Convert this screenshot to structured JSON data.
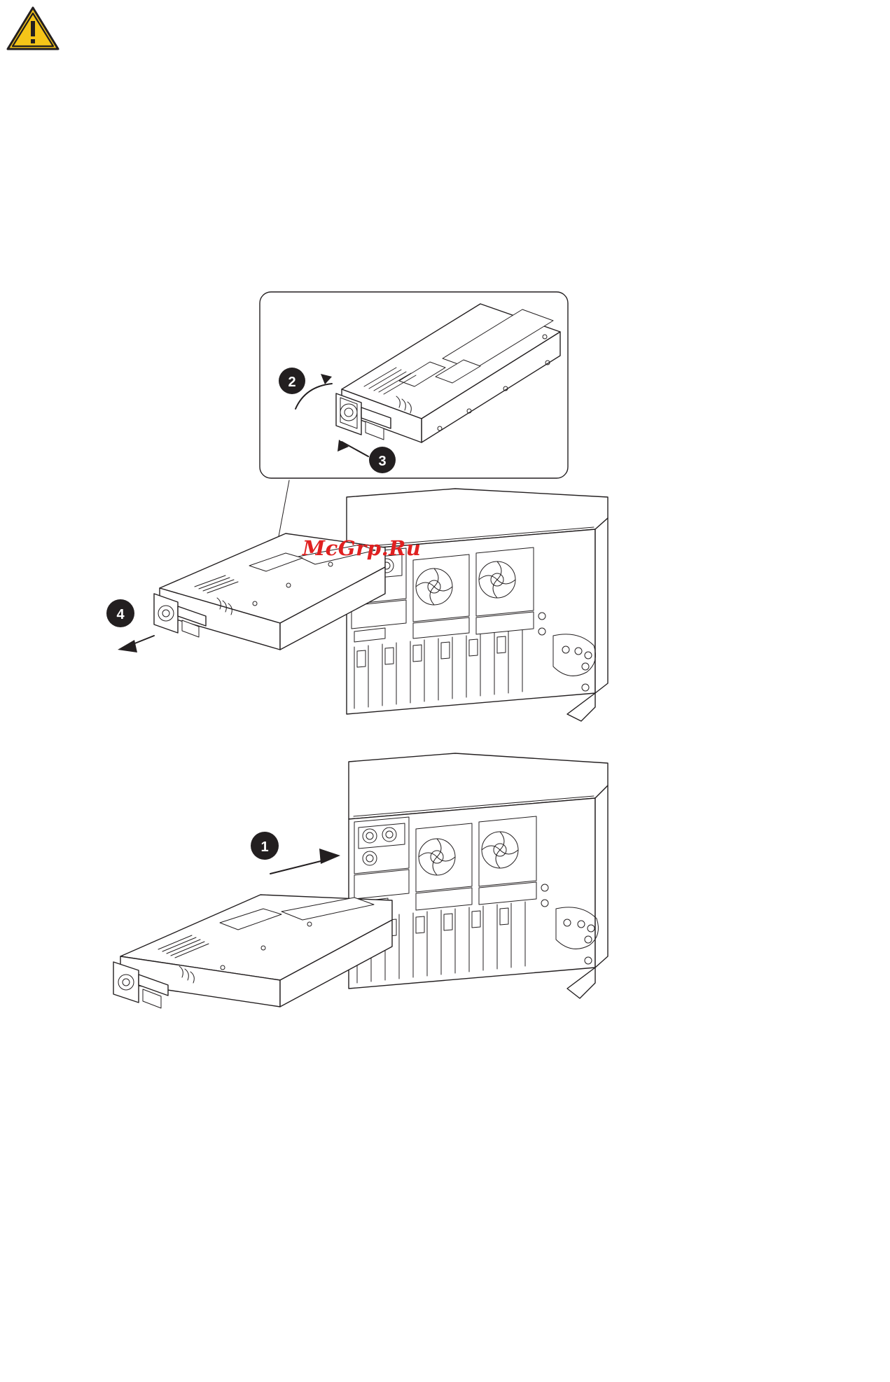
{
  "document": {
    "page_background": "#ffffff",
    "line_color": "#231f20",
    "watermark": {
      "text": "McGrp.Ru",
      "color": "#e02020"
    }
  },
  "warning": {
    "icon_name": "warning-triangle-icon",
    "body_color": "#f5c518",
    "border_color": "#231f20",
    "glyph": "!"
  },
  "figures": [
    {
      "id": "callout-detail",
      "name": "psu-handle-detail-callout",
      "caption": "",
      "steps": [
        {
          "label": "2",
          "description": "rotate-handle-up"
        },
        {
          "label": "3",
          "description": "release-latch"
        }
      ]
    },
    {
      "id": "psu-removal",
      "name": "psu-removal-diagram",
      "caption": "",
      "steps": [
        {
          "label": "4",
          "description": "pull-power-supply-out"
        }
      ]
    },
    {
      "id": "psu-insertion",
      "name": "psu-insertion-diagram",
      "caption": "",
      "steps": [
        {
          "label": "1",
          "description": "slide-power-supply-in"
        }
      ]
    }
  ]
}
